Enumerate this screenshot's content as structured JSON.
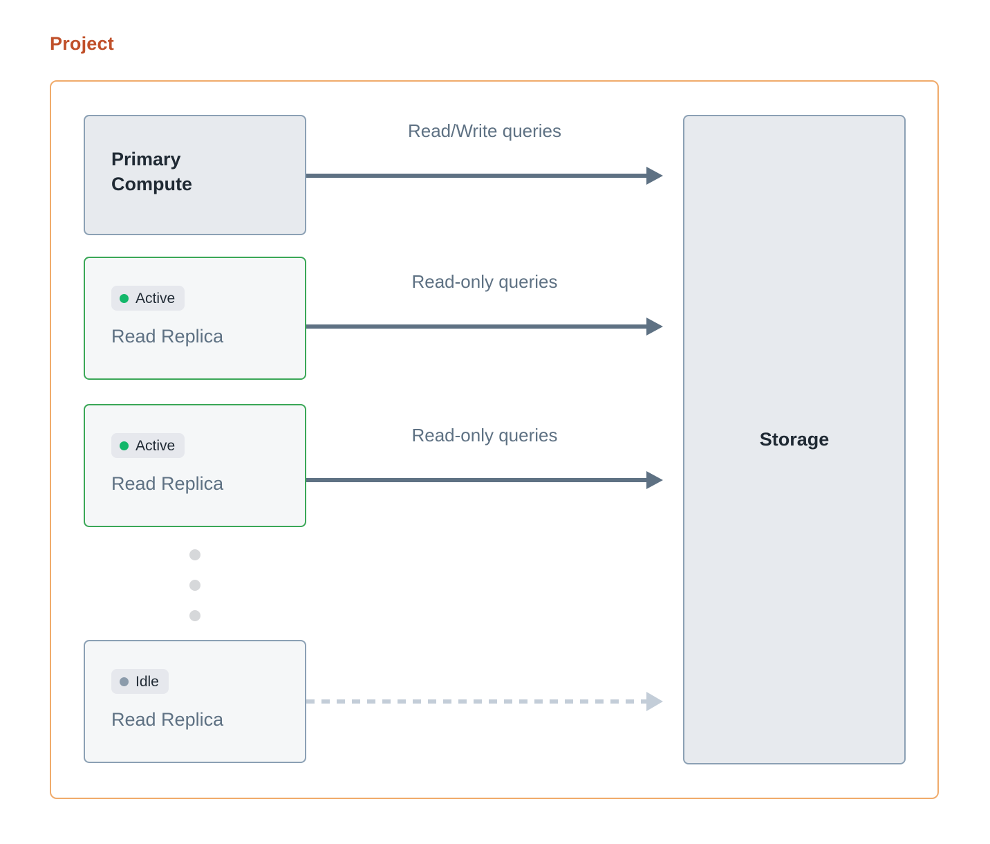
{
  "page": {
    "title": "Project",
    "title_color": "#c0502a",
    "frame_border_color": "#f0ab6b"
  },
  "nodes": {
    "primary": {
      "label": "Primary\nCompute",
      "label_line1": "Primary",
      "label_line2": "Compute",
      "fill": "#e7eaee",
      "border": "#8ba0b4"
    },
    "storage": {
      "label": "Storage",
      "fill": "#e7eaee",
      "border": "#8ba0b4"
    },
    "replicas": [
      {
        "status": "Active",
        "status_dot_color": "#13b76a",
        "name": "Read Replica",
        "border": "#3aa757",
        "fill": "#f5f7f8"
      },
      {
        "status": "Active",
        "status_dot_color": "#13b76a",
        "name": "Read Replica",
        "border": "#3aa757",
        "fill": "#f5f7f8"
      },
      {
        "status": "Idle",
        "status_dot_color": "#8b9bab",
        "name": "Read Replica",
        "border": "#8ba0b4",
        "fill": "#f5f7f8"
      }
    ]
  },
  "connectors": [
    {
      "label": "Read/Write queries",
      "style": "solid",
      "color": "#5e7183"
    },
    {
      "label": "Read-only queries",
      "style": "solid",
      "color": "#5e7183"
    },
    {
      "label": "Read-only queries",
      "style": "solid",
      "color": "#5e7183"
    },
    {
      "label": "",
      "style": "dashed",
      "color": "#c3cdd8"
    }
  ],
  "ellipsis": {
    "dot_count": 3,
    "color": "#d6d8da"
  }
}
